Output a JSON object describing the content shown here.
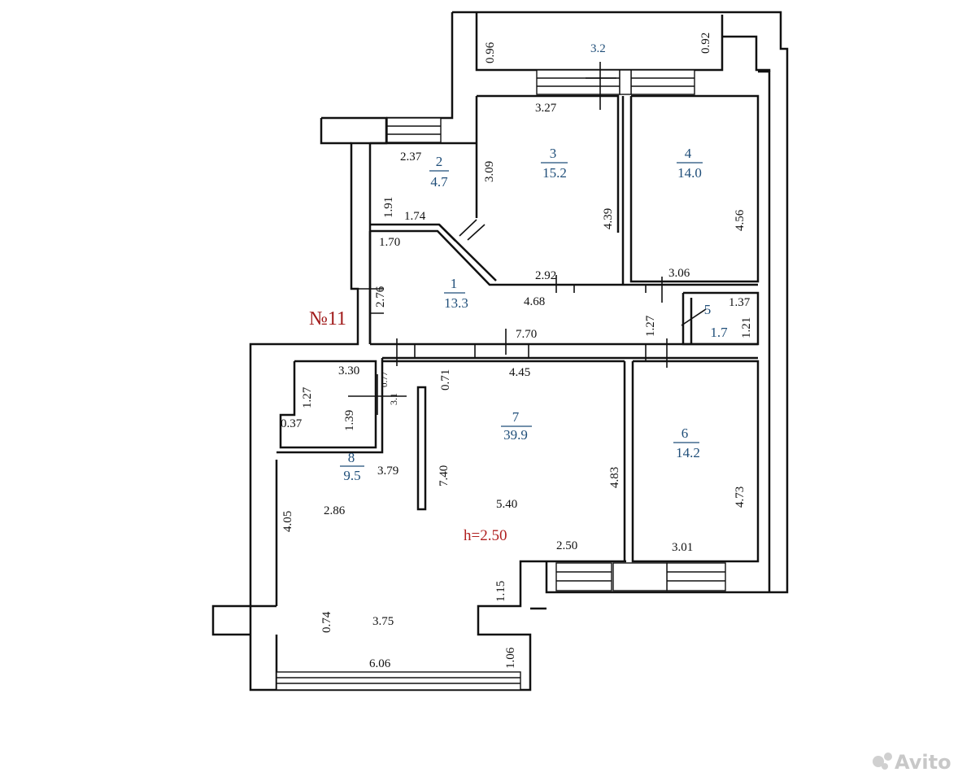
{
  "plan": {
    "apartment_number": "№11",
    "ceiling_height": "h=2.50",
    "watermark": "Avito",
    "rooms": [
      {
        "id": "room-1",
        "number": "1",
        "area": "13.3"
      },
      {
        "id": "room-2",
        "number": "2",
        "area": "4.7"
      },
      {
        "id": "room-3",
        "number": "3",
        "area": "15.2"
      },
      {
        "id": "room-4",
        "number": "4",
        "area": "14.0"
      },
      {
        "id": "room-5",
        "number": "5",
        "area": "1.7"
      },
      {
        "id": "room-6",
        "number": "6",
        "area": "14.2"
      },
      {
        "id": "room-7",
        "number": "7",
        "area": "39.9"
      },
      {
        "id": "room-8",
        "number": "8",
        "area": "9.5"
      }
    ],
    "dimensions": {
      "balcony_left": "0.96",
      "balcony_top": "3.2",
      "balcony_right": "0.92",
      "r3_top": "3.27",
      "r3_left": "3.09",
      "r3_right": "4.39",
      "r3_bottom": "2.92",
      "r2_top": "2.37",
      "r2_left": "1.91",
      "r2_bottom": "1.74",
      "r4_right": "4.56",
      "r4_bottom": "3.06",
      "r1_top": "1.70",
      "r1_left": "2.76",
      "r1_mid": "4.68",
      "r1_bottom": "7.70",
      "r1_right": "1.27",
      "r5_top": "1.37",
      "r5_right": "1.21",
      "r8_top": "3.30",
      "r8_left": "1.27",
      "r8_notch": "0.37",
      "r8_mid": "1.39",
      "r8_small_a": "0.77",
      "r8_small_b": "3.1",
      "r7_door": "0.71",
      "r7_top": "4.45",
      "r7_partition": "7.40",
      "r7_right": "4.83",
      "r7_mid": "5.40",
      "r7_left": "3.79",
      "r7_step": "2.50",
      "r7_low_left": "4.05",
      "r7_low_mid": "2.86",
      "r7_window_step": "1.15",
      "r7_notch": "0.74",
      "r7_lower": "3.75",
      "r7_bottom": "6.06",
      "r7_corner": "1.06",
      "r6_right": "4.73",
      "r6_bottom": "3.01"
    }
  }
}
